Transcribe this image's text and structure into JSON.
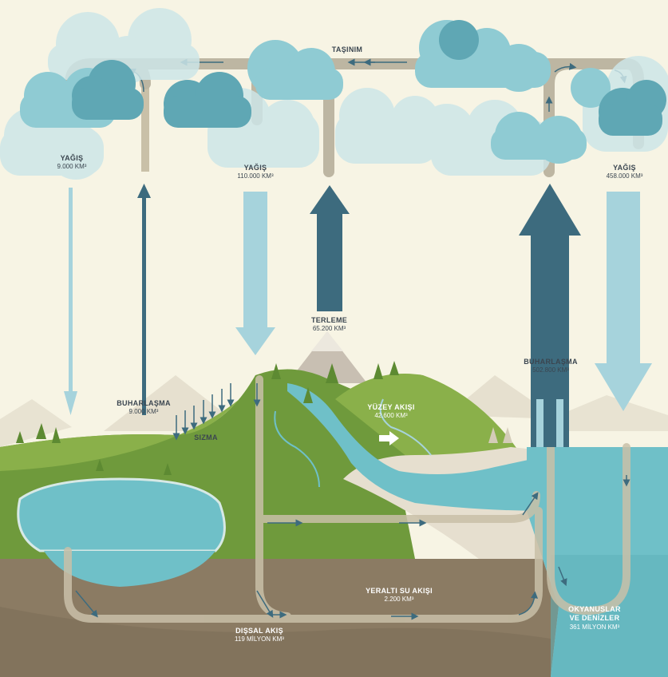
{
  "labels": {
    "convection": "TAŞINIM",
    "precip_left": {
      "title": "YAĞIŞ",
      "value": "9.000 KM³"
    },
    "precip_mid": {
      "title": "YAĞIŞ",
      "value": "110.000 KM³"
    },
    "precip_right": {
      "title": "YAĞIŞ",
      "value": "458.000 KM³"
    },
    "evap_lake": {
      "title": "BUHARLAŞMA",
      "value": "9.000 KM³"
    },
    "transpiration": {
      "title": "TERLEME",
      "value": "65.200 KM³"
    },
    "evap_ocean": {
      "title": "BUHARLAŞMA",
      "value": "502.800 KM³"
    },
    "infiltration": {
      "title": "SIZMA"
    },
    "surface_flow": {
      "title": "YÜZEY AKIŞI",
      "value": "42.600 KM³"
    },
    "groundwater_flow": {
      "title": "YERALTI SU AKIŞI",
      "value": "2.200 KM³"
    },
    "external_flow": {
      "title": "DIŞSAL AKIŞ",
      "value": "119 MİLYON KM³"
    },
    "oceans": {
      "title": "OKYANUSLAR",
      "title2": "VE DENİZLER",
      "value": "361 MİLYON KM³"
    }
  },
  "colors": {
    "sky": "#f7f4e4",
    "cloud_dark": "#5fa7b4",
    "cloud_light": "#a9d6de",
    "arrow_dark": "#3d6b7e",
    "arrow_light": "#a6d3dc",
    "grass": "#6f9a3c",
    "grass_light": "#8ab04a",
    "water": "#6fc0c8",
    "soil": "#8b7b63",
    "pipe": "#c9c0a8"
  }
}
